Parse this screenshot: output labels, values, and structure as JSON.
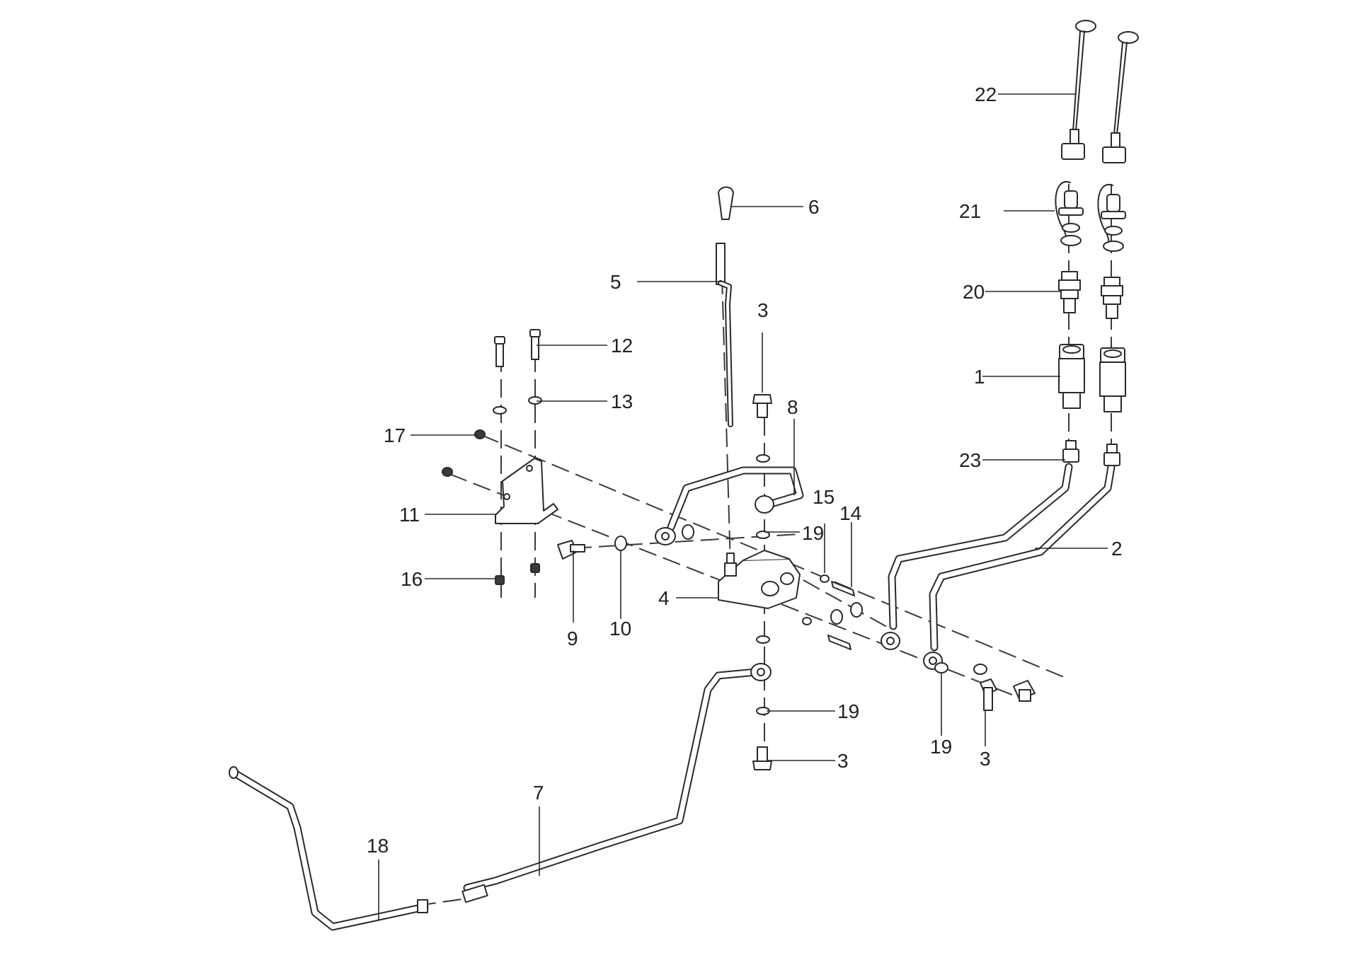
{
  "colors": {
    "line": "#2a2a2a",
    "background": "#ffffff"
  },
  "callouts": [
    {
      "id": "c22",
      "label": "22"
    },
    {
      "id": "c6",
      "label": "6"
    },
    {
      "id": "c21",
      "label": "21"
    },
    {
      "id": "c5",
      "label": "5"
    },
    {
      "id": "c20",
      "label": "20"
    },
    {
      "id": "c3a",
      "label": "3"
    },
    {
      "id": "c12",
      "label": "12"
    },
    {
      "id": "c1",
      "label": "1"
    },
    {
      "id": "c13",
      "label": "13"
    },
    {
      "id": "c8",
      "label": "8"
    },
    {
      "id": "c17",
      "label": "17"
    },
    {
      "id": "c23",
      "label": "23"
    },
    {
      "id": "c15",
      "label": "15"
    },
    {
      "id": "c14",
      "label": "14"
    },
    {
      "id": "c11",
      "label": "11"
    },
    {
      "id": "c19a",
      "label": "19"
    },
    {
      "id": "c2",
      "label": "2"
    },
    {
      "id": "c16",
      "label": "16"
    },
    {
      "id": "c4",
      "label": "4"
    },
    {
      "id": "c9",
      "label": "9"
    },
    {
      "id": "c10",
      "label": "10"
    },
    {
      "id": "c19b",
      "label": "19"
    },
    {
      "id": "c19c",
      "label": "19"
    },
    {
      "id": "c3b",
      "label": "3"
    },
    {
      "id": "c3c",
      "label": "3"
    },
    {
      "id": "c7",
      "label": "7"
    },
    {
      "id": "c18",
      "label": "18"
    }
  ]
}
